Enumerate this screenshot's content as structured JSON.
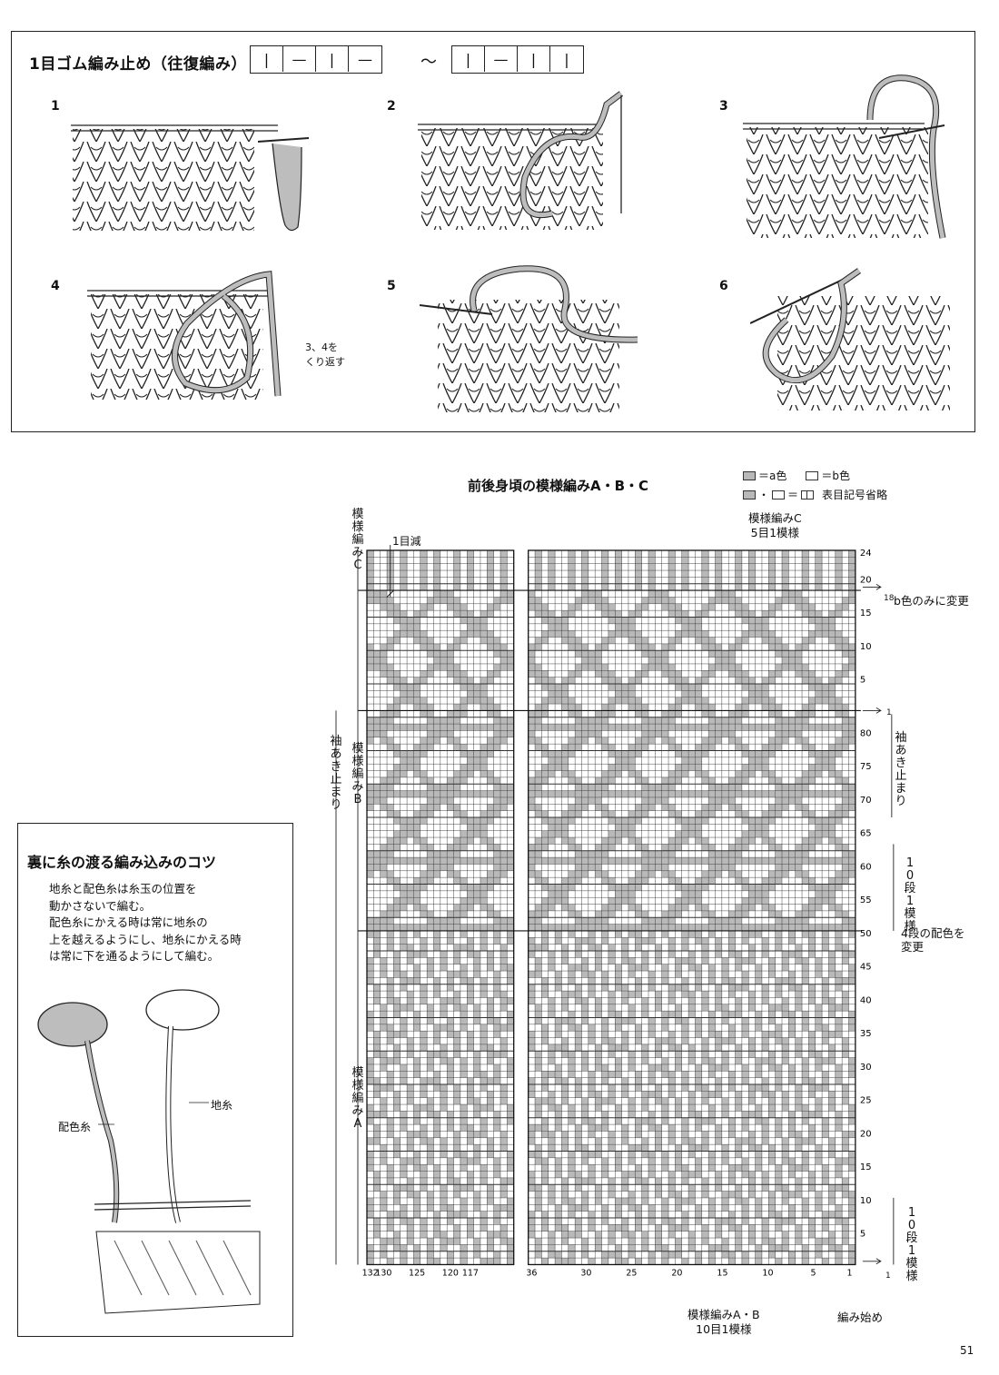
{
  "top": {
    "title": "1目ゴム編み止め（往復編み）",
    "symbols_left": [
      "|",
      "—",
      "|",
      "—"
    ],
    "tilde": "～",
    "symbols_right": [
      "|",
      "—",
      "|",
      "|"
    ],
    "steps": [
      {
        "num": "1"
      },
      {
        "num": "2"
      },
      {
        "num": "3"
      },
      {
        "num": "4",
        "note": "3、4を\nくり返す"
      },
      {
        "num": "5"
      },
      {
        "num": "6"
      }
    ]
  },
  "tip": {
    "title": "裏に糸の渡る編み込みのコツ",
    "body": "地糸と配色糸は糸玉の位置を\n動かさないで編む。\n配色糸にかえる時は常に地糸の\n上を越えるようにし、地糸にかえる時\nは常に下を通るようにして編む。",
    "label_main": "地糸",
    "label_color": "配色糸"
  },
  "chart": {
    "title": "前後身頃の模様編みA・B・C",
    "legend_a": "＝a色",
    "legend_b": "＝b色",
    "legend_omit": "＝",
    "legend_omit_text": "表目記号省略",
    "left_labels": {
      "pattern_c": "模様編みC",
      "pattern_b": "模様編みB",
      "pattern_a": "模様編みA",
      "armhole": "袖あき止まり",
      "decrease": "1目減"
    },
    "top_label": {
      "line1": "模様編みC",
      "line2": "5目1模様"
    },
    "right_labels": {
      "b_only": "b色のみに変更",
      "b_only_row": "18",
      "armhole": "袖あき止まり",
      "repeat_b": "10段1模様",
      "color_change": "4段の配色を変更",
      "repeat_a": "10段1模様",
      "row_one": "1",
      "row_one_b": "1"
    },
    "bottom_label": {
      "line1": "模様編みA・B",
      "line2": "10目1模様"
    },
    "start_label": "編み始め",
    "row_labels_upper": [
      "24",
      "20",
      "15",
      "10",
      "5"
    ],
    "row_labels_lower": [
      "80",
      "75",
      "70",
      "65",
      "60",
      "55",
      "50",
      "45",
      "40",
      "35",
      "30",
      "25",
      "20",
      "15",
      "10",
      "5"
    ],
    "col_labels_left": [
      "132",
      "130",
      "125",
      "120",
      "117"
    ],
    "col_labels_right": [
      "36",
      "30",
      "25",
      "20",
      "15",
      "10",
      "5",
      "1"
    ]
  },
  "page_number": "51"
}
